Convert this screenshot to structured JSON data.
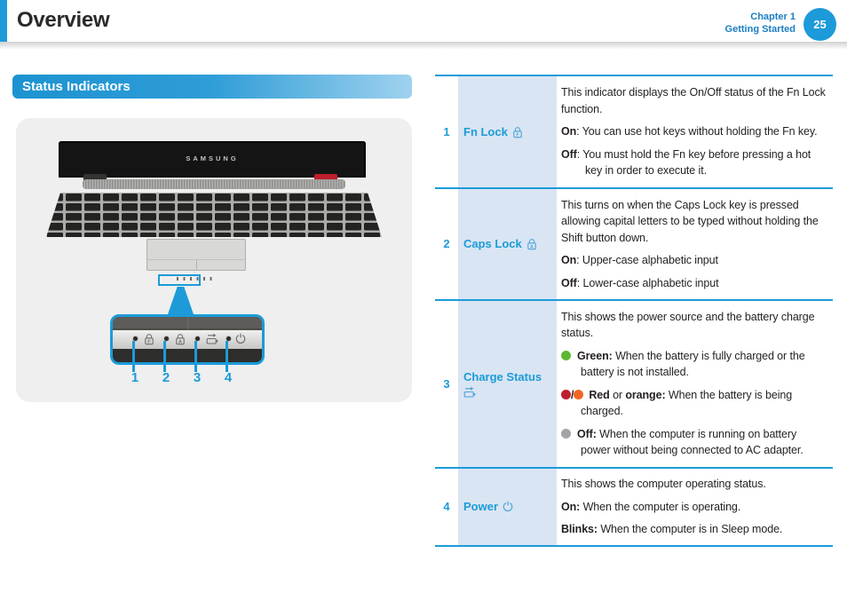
{
  "colors": {
    "accent": "#1c9bd8",
    "blue2": "#1a7ec2",
    "circle": "#1c9ad9",
    "labelbg": "#d9e5f3",
    "green": "#5cb832",
    "red": "#be1e2d",
    "orange": "#f26522",
    "gray": "#a2a4a7",
    "ink": "#231f20"
  },
  "header": {
    "title": "Overview",
    "chapter": "Chapter 1",
    "chapter_section": "Getting Started",
    "page_number": "25"
  },
  "section": {
    "title": "Status Indicators"
  },
  "figure": {
    "brand": "SAMSUNG",
    "labels": [
      "1",
      "2",
      "3",
      "4"
    ],
    "icons": [
      "fn-lock-icon",
      "caps-lock-icon",
      "charge-status-icon",
      "power-icon"
    ]
  },
  "rows": [
    {
      "num": "1",
      "label": "Fn Lock",
      "intro": "This indicator displays the On/Off status of the Fn Lock function.",
      "on_term": "On",
      "on_rest": ": You can use hot keys without holding the Fn key.",
      "off_term": "Off",
      "off_rest": ": You must hold the Fn key before pressing a hot key in order to execute it."
    },
    {
      "num": "2",
      "label": "Caps Lock",
      "intro": "This turns on when the Caps Lock key is pressed allowing capital letters to be typed without holding the Shift button down.",
      "on_term": "On",
      "on_rest": ": Upper-case alphabetic input",
      "off_term": "Off",
      "off_rest": ": Lower-case alphabetic input"
    },
    {
      "num": "3",
      "label": "Charge Status",
      "intro": "This shows the power source and the battery charge status.",
      "green_term": "Green:",
      "green_rest": " When the battery is fully charged or the battery is not installed.",
      "red_term": "Red",
      "ro_mid": " or ",
      "orange_term": "orange:",
      "ro_rest": " When the battery is being charged.",
      "slash": "/",
      "off_term": "Off:",
      "off_rest": " When the computer is running on battery power without being connected to AC adapter."
    },
    {
      "num": "4",
      "label": "Power",
      "intro": "This shows the computer operating status.",
      "on_term": "On:",
      "on_rest": " When the computer is operating.",
      "blinks_term": "Blinks:",
      "blinks_rest": " When the computer is in Sleep mode."
    }
  ]
}
